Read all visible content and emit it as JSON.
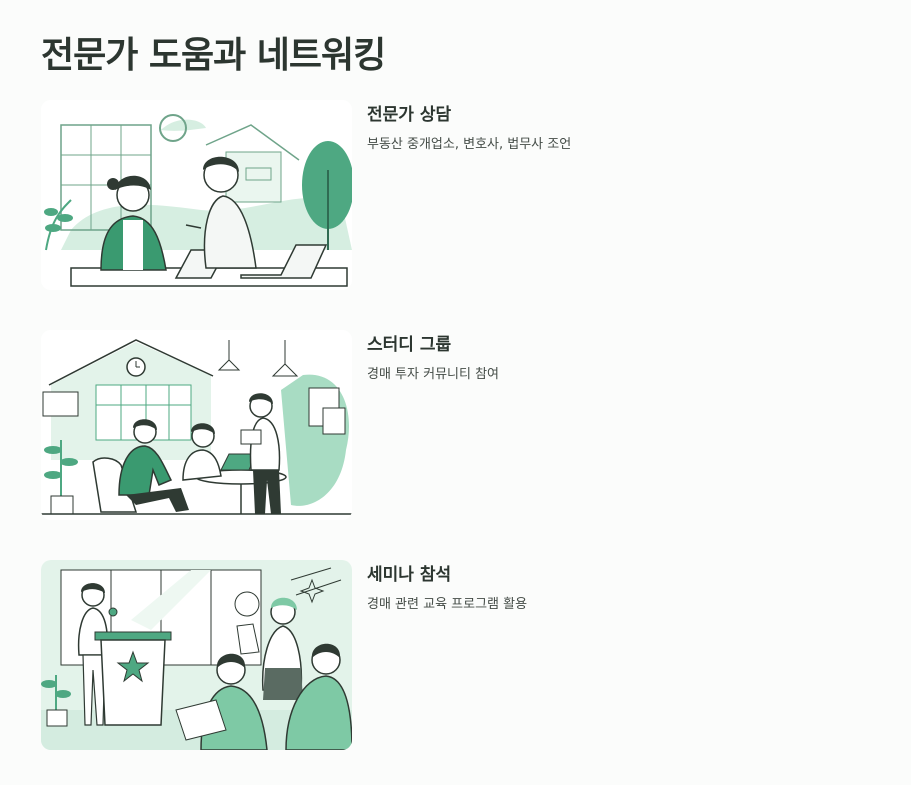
{
  "page": {
    "title": "전문가 도움과 네트워킹"
  },
  "items": [
    {
      "title": "전문가 상담",
      "description": "부동산 중개업소, 변호사, 법무사 조언",
      "image": "consultation-illustration"
    },
    {
      "title": "스터디 그룹",
      "description": "경매 투자 커뮤니티 참여",
      "image": "study-group-illustration"
    },
    {
      "title": "세미나 참석",
      "description": "경매 관련 교육 프로그램 활용",
      "image": "seminar-illustration"
    }
  ],
  "colors": {
    "accent": "#4ea882",
    "accent_light": "#a8dcc3",
    "accent_bg": "#e3f3ea",
    "ink": "#2c3630"
  }
}
